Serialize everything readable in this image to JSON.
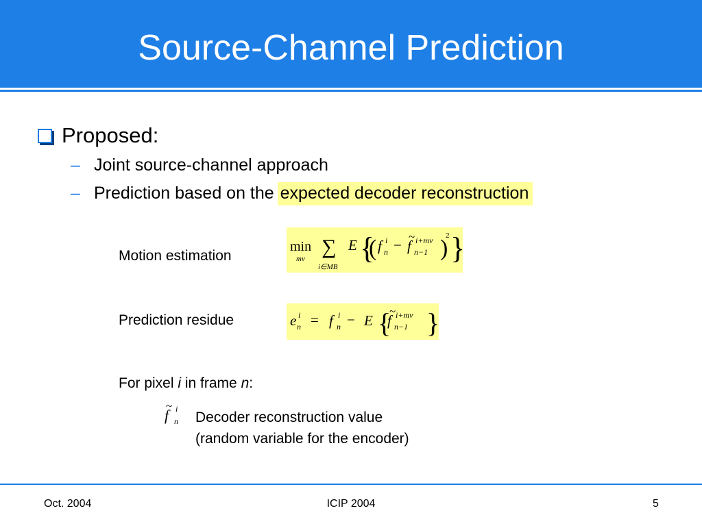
{
  "slide": {
    "title": "Source-Channel Prediction",
    "bullet": "Proposed:",
    "subbullets": [
      {
        "dash": "–",
        "text": "Joint source-channel approach"
      },
      {
        "dash": "–",
        "text": "Prediction based on the ",
        "highlight": "expected decoder reconstruction"
      }
    ],
    "motion_label": "Motion estimation",
    "residue_label": "Prediction residue",
    "pixel_note": {
      "prefix": "For pixel ",
      "i": "i",
      "middle": " in frame ",
      "n": "n",
      "suffix": ":"
    },
    "decoder_line1": "Decoder reconstruction value",
    "decoder_line2": "(random variable for the encoder)"
  },
  "equations": {
    "motion": {
      "min": "min",
      "min_sub": "mv",
      "sum": "∑",
      "sum_sub": "i∈MB",
      "E": "E",
      "f": "f",
      "sup_i": "i",
      "sub_n": "n",
      "minus": "−",
      "f_sup": "i+mv",
      "f_sub": "n−1",
      "square": "2"
    },
    "residue": {
      "e": "e",
      "sup_i": "i",
      "sub_n": "n",
      "eq": "=",
      "f": "f",
      "minus": "−",
      "E": "E",
      "f_sup": "i+mv",
      "f_sub": "n−1"
    },
    "ftilde": {
      "f": "f",
      "sup_i": "i",
      "sub_n": "n"
    }
  },
  "footer": {
    "date": "Oct. 2004",
    "conference": "ICIP 2004",
    "page": "5"
  },
  "colors": {
    "header": "#1e7fe6",
    "highlight": "#ffff99"
  }
}
